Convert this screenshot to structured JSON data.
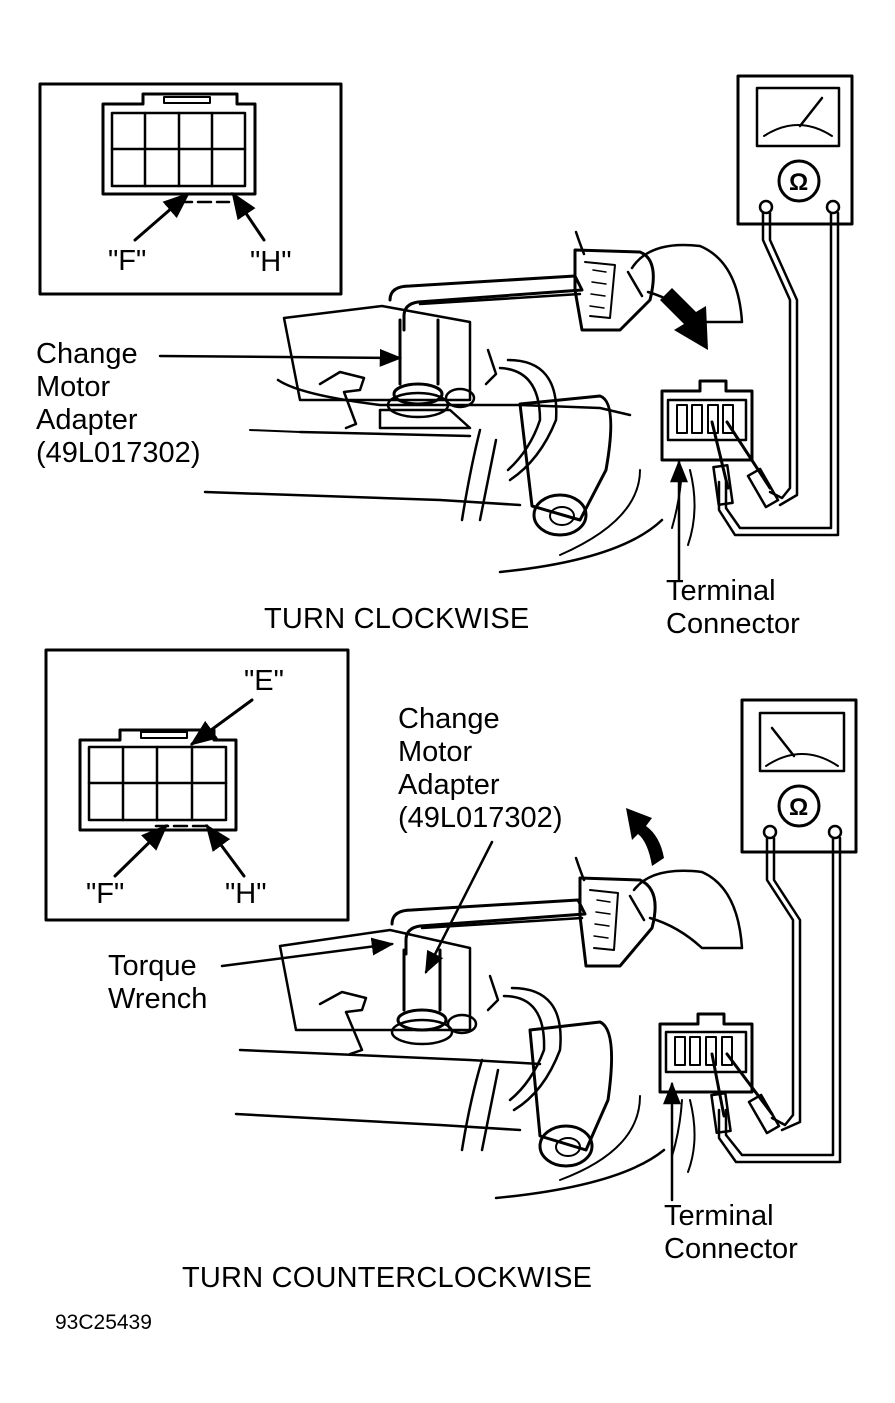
{
  "top_panel": {
    "connector_labels": {
      "f": "\"F\"",
      "h": "\"H\""
    },
    "adapter_label": [
      "Change",
      "Motor",
      "Adapter",
      "(49L017302)"
    ],
    "terminal_label": [
      "Terminal",
      "Connector"
    ],
    "meter_symbol": "Ω",
    "caption": "TURN CLOCKWISE"
  },
  "bottom_panel": {
    "connector_labels": {
      "e": "\"E\"",
      "f": "\"F\"",
      "h": "\"H\""
    },
    "adapter_label": [
      "Change",
      "Motor",
      "Adapter",
      "(49L017302)"
    ],
    "torque_label": [
      "Torque",
      "Wrench"
    ],
    "terminal_label": [
      "Terminal",
      "Connector"
    ],
    "meter_symbol": "Ω",
    "caption": "TURN COUNTERCLOCKWISE"
  },
  "figure_code": "93C25439"
}
